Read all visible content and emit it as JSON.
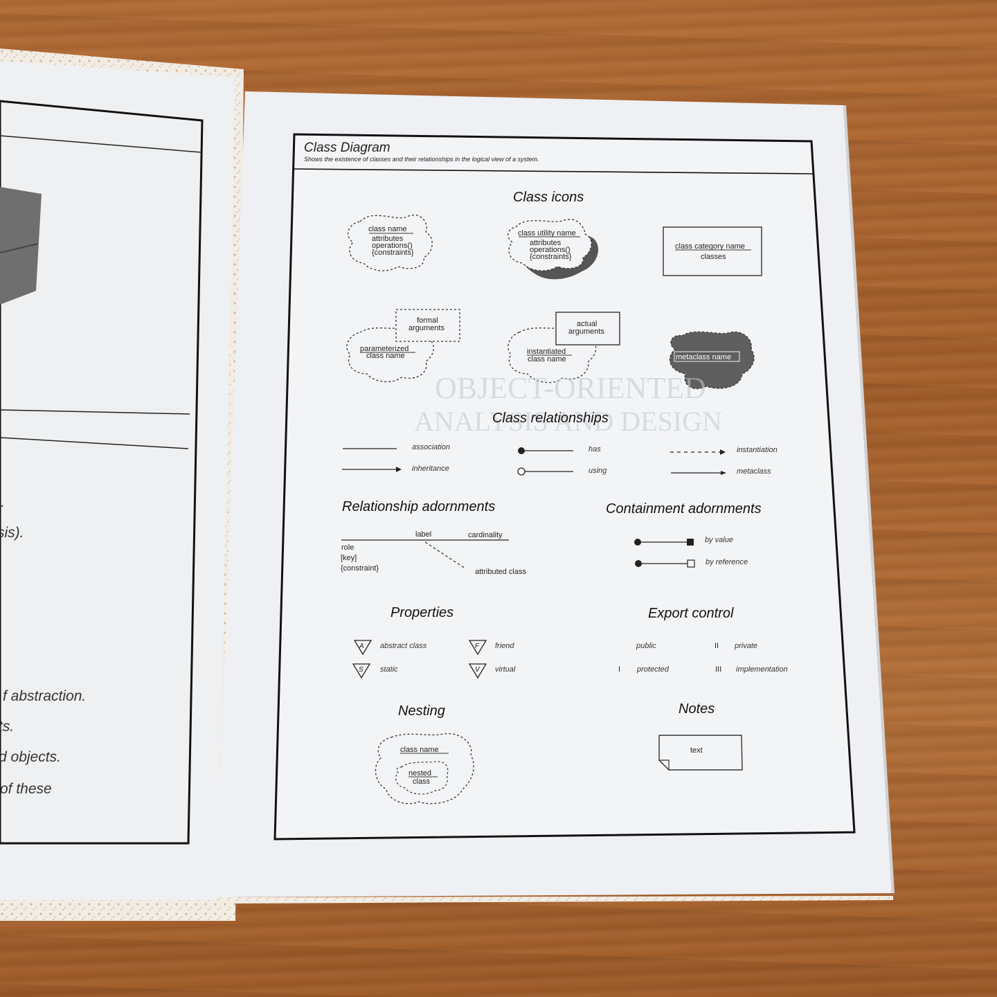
{
  "left_page": {
    "text_fragments": [
      ").",
      "sis).",
      "f abstraction.",
      "ts.",
      "d objects.",
      "of these"
    ]
  },
  "card": {
    "title": "Class Diagram",
    "subtitle": "Shows the existence of classes and their relationships in the logical view of a system."
  },
  "class_icons": {
    "heading": "Class icons",
    "class": [
      "class name",
      "attributes",
      "operations()",
      "{constraints}"
    ],
    "utility": [
      "class utility name",
      "attributes",
      "operations()",
      "{constraints}"
    ],
    "category": [
      "class category name",
      "classes"
    ],
    "parameterized": {
      "box": [
        "formal",
        "arguments"
      ],
      "name": [
        "parameterized",
        "class name"
      ]
    },
    "instantiated": {
      "box": [
        "actual",
        "arguments"
      ],
      "name": [
        "instantiated",
        "class name"
      ]
    },
    "metaclass": "metaclass name"
  },
  "class_relationships": {
    "heading": "Class relationships",
    "association": "association",
    "inheritance": "inheritance",
    "has": "has",
    "using": "using",
    "instantiation": "instantiation",
    "metaclass": "metaclass"
  },
  "relationship_adornments": {
    "heading": "Relationship adornments",
    "label": "label",
    "cardinality": "cardinality",
    "role": "role",
    "key": "[key]",
    "constraint": "{constraint}",
    "attributed_class": "attributed class"
  },
  "containment_adornments": {
    "heading": "Containment adornments",
    "by_value": "by value",
    "by_reference": "by reference"
  },
  "properties": {
    "heading": "Properties",
    "abstract_glyph": "A",
    "abstract": "abstract class",
    "friend_glyph": "F",
    "friend": "friend",
    "static_glyph": "S",
    "static": "static",
    "virtual_glyph": "V",
    "virtual": "virtual"
  },
  "export_control": {
    "heading": "Export control",
    "public": "public",
    "private_mark": "II",
    "private": "private",
    "protected_mark": "I",
    "protected": "protected",
    "implementation_mark": "III",
    "implementation": "implementation"
  },
  "nesting": {
    "heading": "Nesting",
    "outer": "class name",
    "inner": [
      "nested",
      "class"
    ]
  },
  "notes": {
    "heading": "Notes",
    "text": "text"
  }
}
